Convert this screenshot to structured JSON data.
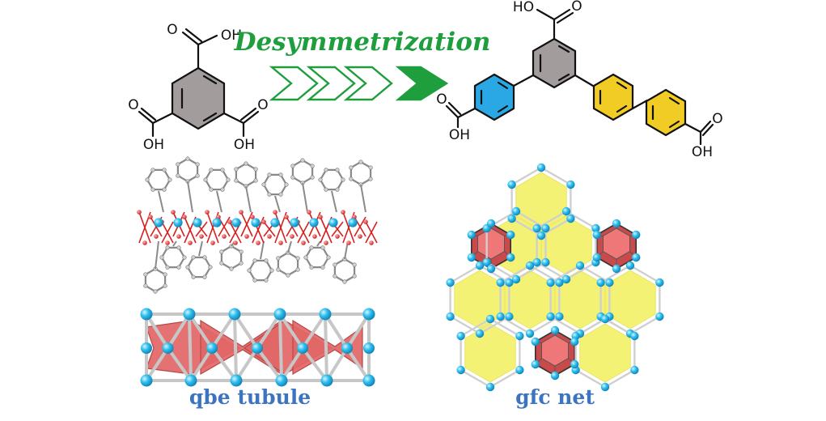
{
  "reaction": {
    "title": "Desymmetrization",
    "group_label": "OH",
    "carbonyl_label": "O"
  },
  "captions": {
    "tubule": "qbe tubule",
    "net": "gfc net"
  },
  "colors": {
    "green": "#1f9e3e",
    "cyan_ring": "#2aa8e6",
    "yellow_ring": "#f1cc24",
    "grey_ring": "#a29c9c",
    "node": "#29b6e6",
    "red_poly": "#e26666",
    "yellow_poly": "#f2ef55",
    "caption_blue": "#3d74c0"
  }
}
